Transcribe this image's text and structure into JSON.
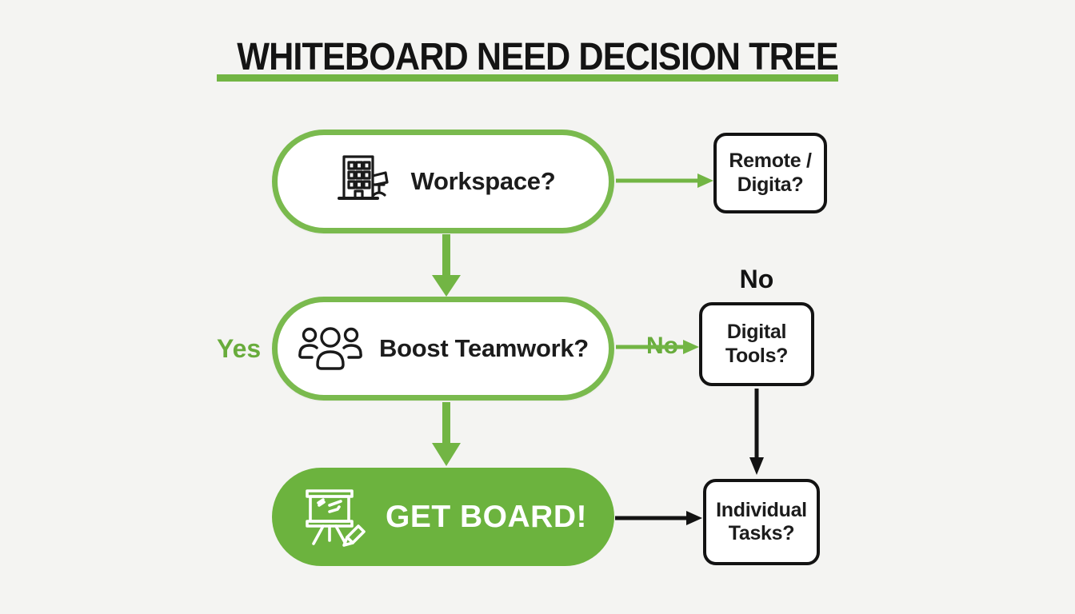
{
  "title": {
    "text": "WHITEBOARD NEED DECISION TREE"
  },
  "nodes": {
    "workspace": {
      "label": "Workspace?",
      "icon": "office-building-chair-icon"
    },
    "remote": {
      "line1": "Remote /",
      "line2": "Digita?"
    },
    "boost": {
      "label": "Boost Teamwork?",
      "icon": "team-people-icon"
    },
    "digital": {
      "line1": "Digital",
      "line2": "Tools?"
    },
    "getboard": {
      "label": "GET BOARD!",
      "icon": "whiteboard-easel-icon"
    },
    "individual": {
      "line1": "Individual",
      "line2": "Tasks?"
    }
  },
  "branch_labels": {
    "yes": "Yes",
    "no_on_arrow": "No",
    "no_above_digital": "No"
  },
  "colors": {
    "accent_green": "#6cb33e",
    "green_border": "#7aba4e",
    "black": "#131313",
    "background": "#f4f4f2"
  }
}
